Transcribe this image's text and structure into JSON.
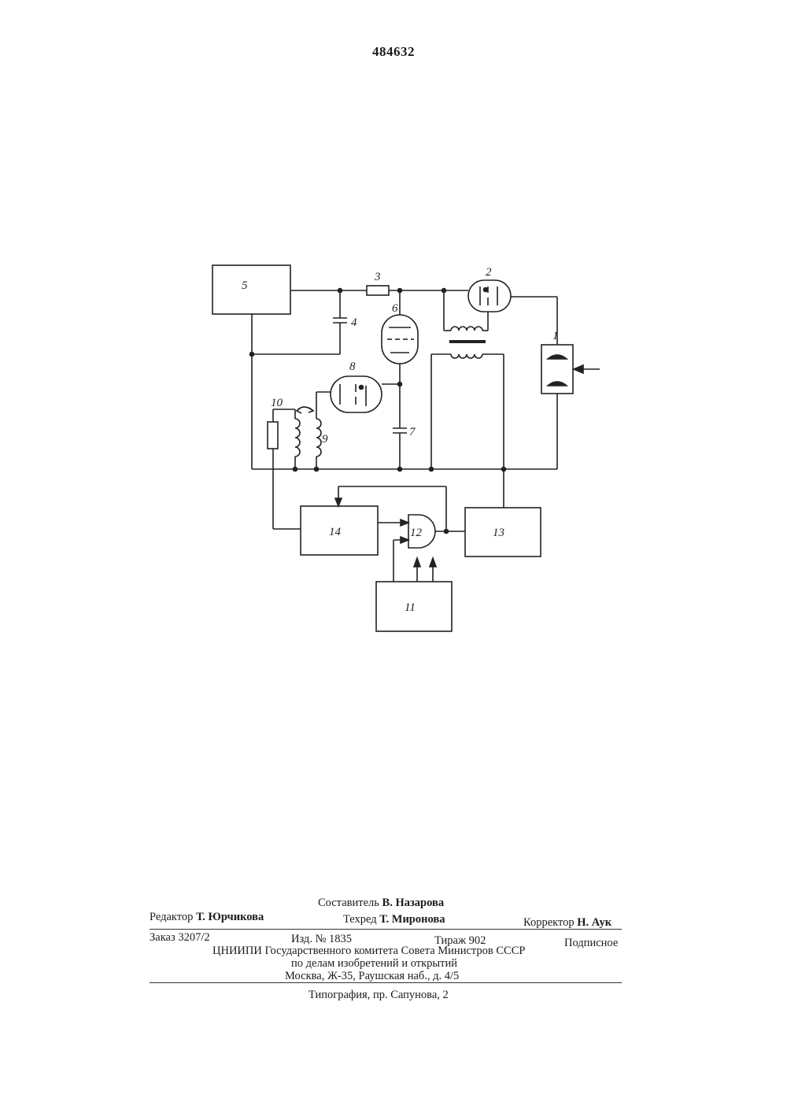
{
  "patent_number": "484632",
  "diagram": {
    "labels": {
      "l1": "1",
      "l2": "2",
      "l3": "3",
      "l4": "4",
      "l5": "5",
      "l6": "6",
      "l7": "7",
      "l8": "8",
      "l9": "9",
      "l10": "10",
      "l11": "11",
      "l12": "12",
      "l13": "13",
      "l14": "14"
    }
  },
  "imprint": {
    "compiler_label": "Составитель",
    "compiler_name": "В. Назарова",
    "editor_label": "Редактор",
    "editor_name": "Т. Юрчикова",
    "techred_label": "Техред",
    "techred_name": "Т. Миронова",
    "corrector_label": "Корректор",
    "corrector_name": "Н. Аук",
    "order": "Заказ 3207/2",
    "edition": "Изд. № 1835",
    "circulation": "Тираж 902",
    "subscription": "Подписное",
    "org_line1": "ЦНИИПИ Государственного комитета Совета Министров СССР",
    "org_line2": "по делам изобретений и открытий",
    "org_line3": "Москва, Ж-35, Раушская наб., д. 4/5",
    "printing": "Типография, пр. Сапунова, 2"
  }
}
